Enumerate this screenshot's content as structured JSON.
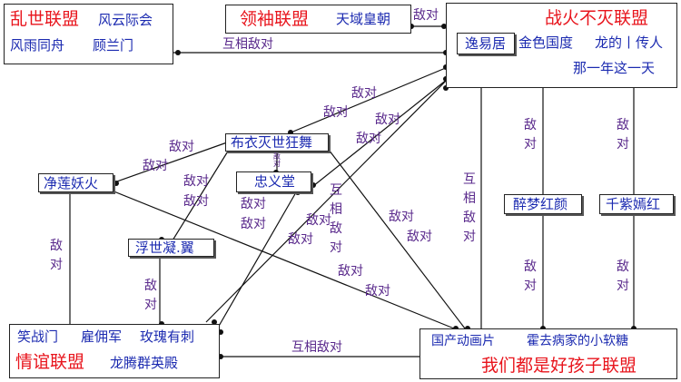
{
  "alliances": {
    "luanshi": {
      "name": "乱世联盟",
      "members": [
        "风云际会",
        "风雨同舟",
        "顾兰门"
      ]
    },
    "lingxiu": {
      "name": "领袖联盟",
      "members": [
        "天域皇朝"
      ]
    },
    "zhanhuo": {
      "name": "战火不灭联盟",
      "members": [
        "逸易居",
        "金色国度",
        "龙的丨传人",
        "那一年这一天"
      ]
    },
    "qingyi": {
      "name": "情谊联盟",
      "members": [
        "笑战门",
        "雇佣军",
        "玫瑰有刺",
        "龙腾群英殿"
      ]
    },
    "haohaizi": {
      "name": "我们都是好孩子联盟",
      "members": [
        "国产动画片",
        "霍去病家的小软糖"
      ]
    }
  },
  "guilds": [
    "布衣灭世狂舞",
    "忠义堂",
    "净莲妖火",
    "浮世凝.翼",
    "醉梦红颜",
    "千紫嫣红"
  ],
  "relations": {
    "hostile": "敌对",
    "mutual_hostile": "互相敌对"
  },
  "colors": {
    "alliance_name": "#e8141c",
    "guild_name": "#1b2ab0",
    "relation_label": "#5a2a8c",
    "line": "#111111"
  }
}
